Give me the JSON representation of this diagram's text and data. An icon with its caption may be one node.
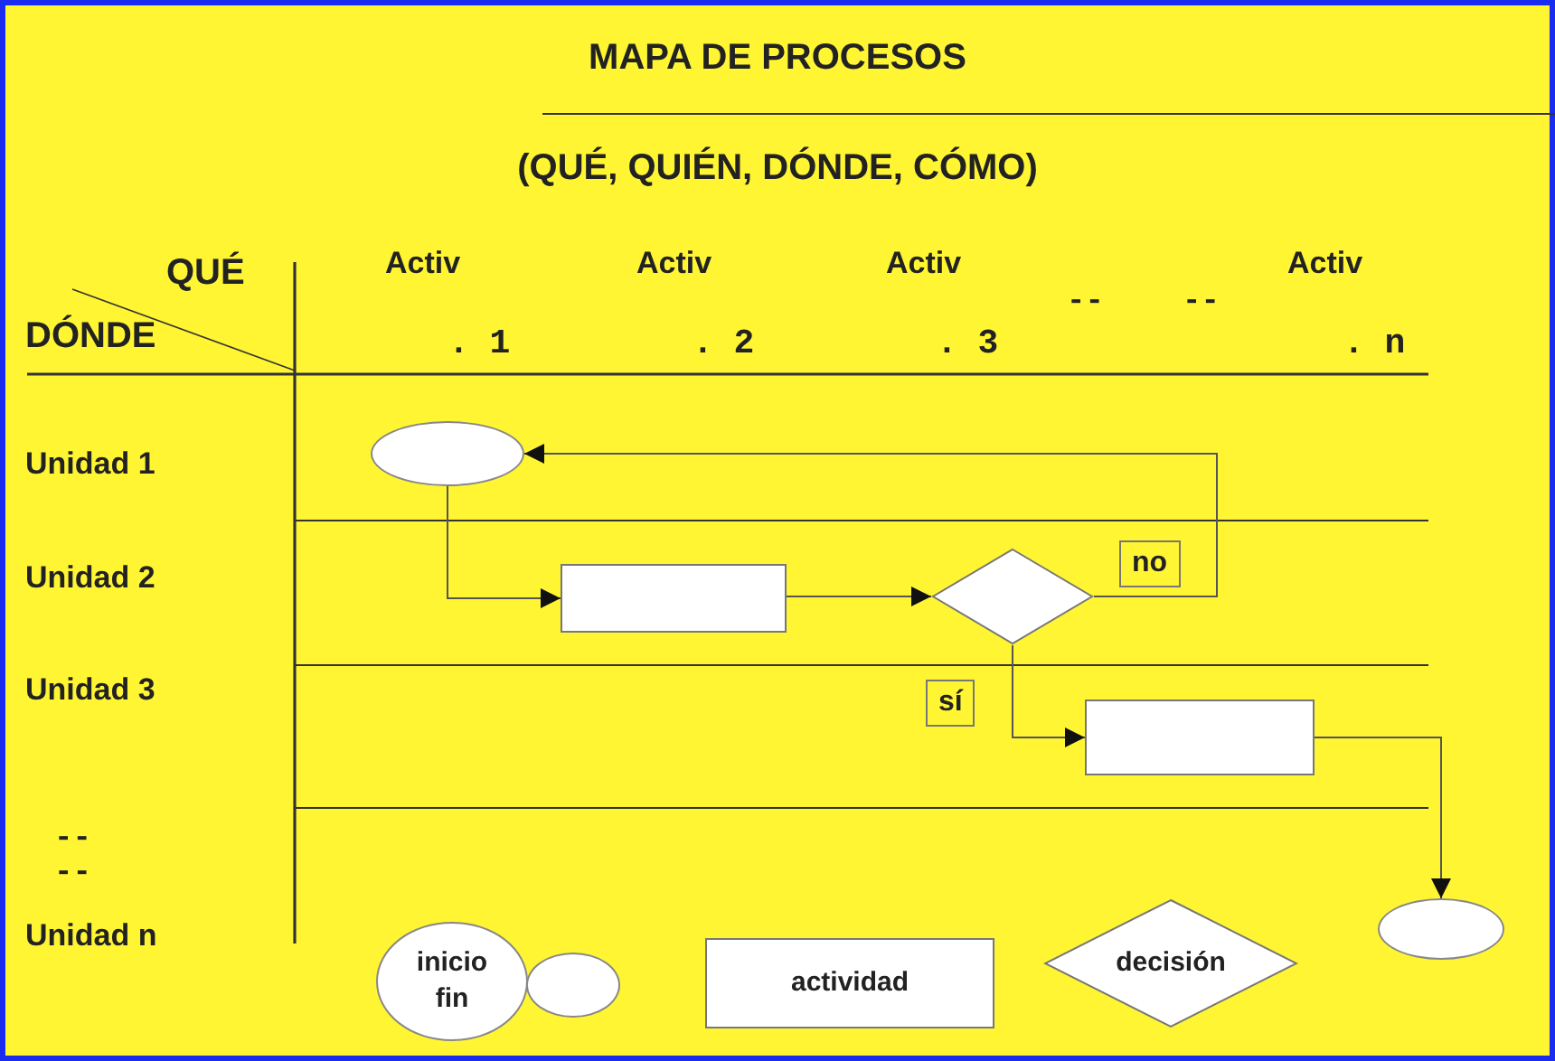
{
  "diagram": {
    "title": "MAPA DE PROCESOS",
    "nodes": [
      {
        "text": [],
        "shape": "ellipse"
      },
      {
        "text": [],
        "shape": "box"
      },
      {
        "text": [],
        "shape": "diamond"
      },
      {
        "text": [],
        "shape": "box"
      },
      {
        "text": [],
        "shape": "ellipse"
      },
      {
        "text": [
          "inicio fin"
        ]
      },
      {
        "text": [],
        "shape": "circle"
      },
      {
        "text": [
          "actividad"
        ]
      },
      {
        "text": [
          "decisión"
        ]
      }
    ],
    "edges": [
      {
        "from": 0,
        "to": 1,
        "arrow": "to"
      },
      {
        "from": 1,
        "to": 2,
        "arrow": "to"
      },
      {
        "from": 2,
        "to": 0,
        "arrow": "to",
        "label": "no"
      },
      {
        "from": 2,
        "to": 3,
        "arrow": "to",
        "label": "sí"
      },
      {
        "from": 3,
        "to": 4,
        "arrow": "to"
      }
    ],
    "labels": [
      "(QUÉ, QUIÉN, DÓNDE, CÓMO)",
      "QUÉ",
      "Activ",
      "Activ",
      "Activ",
      "Activ",
      "--",
      "--",
      "DÓNDE",
      ". 1",
      ". 2",
      ". 3",
      ". n",
      "Unidad 1",
      "Unidad 2",
      "Unidad 3",
      "--",
      "--",
      "Unidad n"
    ]
  }
}
